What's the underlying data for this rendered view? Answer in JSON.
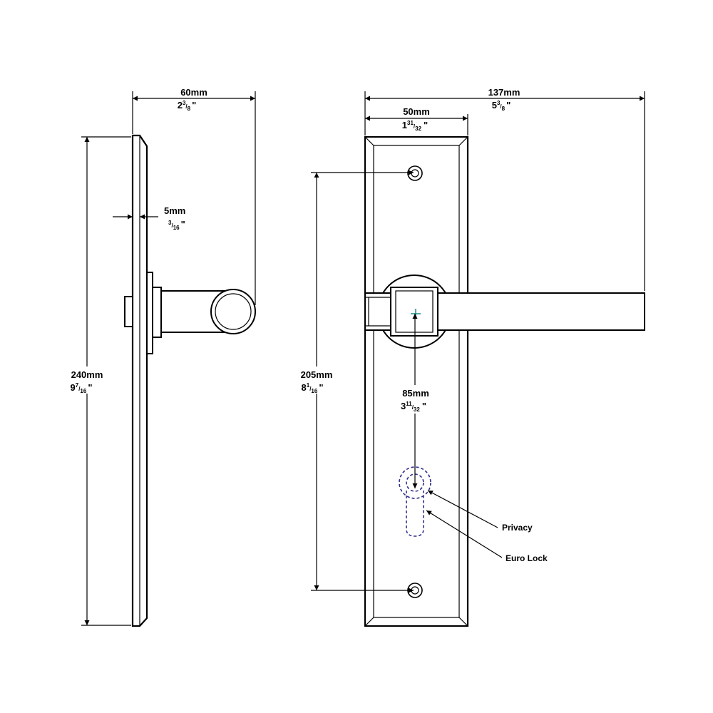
{
  "dimensions": {
    "side_width": {
      "mm": "60mm",
      "whole": "2",
      "num": "3",
      "den": "8",
      "unit": "\""
    },
    "plate_depth": {
      "mm": "5mm",
      "whole": "",
      "num": "3",
      "den": "16",
      "unit": "\""
    },
    "height": {
      "mm": "240mm",
      "whole": "9",
      "num": "7",
      "den": "16",
      "unit": "\""
    },
    "total_width": {
      "mm": "137mm",
      "whole": "5",
      "num": "3",
      "den": "8",
      "unit": "\""
    },
    "plate_width": {
      "mm": "50mm",
      "whole": "1",
      "num": "31",
      "den": "32",
      "unit": "\""
    },
    "hole_centres": {
      "mm": "205mm",
      "whole": "8",
      "num": "1",
      "den": "16",
      "unit": "\""
    },
    "backset": {
      "mm": "85mm",
      "whole": "3",
      "num": "11",
      "den": "32",
      "unit": "\""
    }
  },
  "callouts": {
    "privacy": "Privacy",
    "euro_lock": "Euro Lock"
  },
  "colors": {
    "line": "#000000",
    "dashed_cutout": "#2e2f8a",
    "center_mark": "#1a8a8a"
  }
}
